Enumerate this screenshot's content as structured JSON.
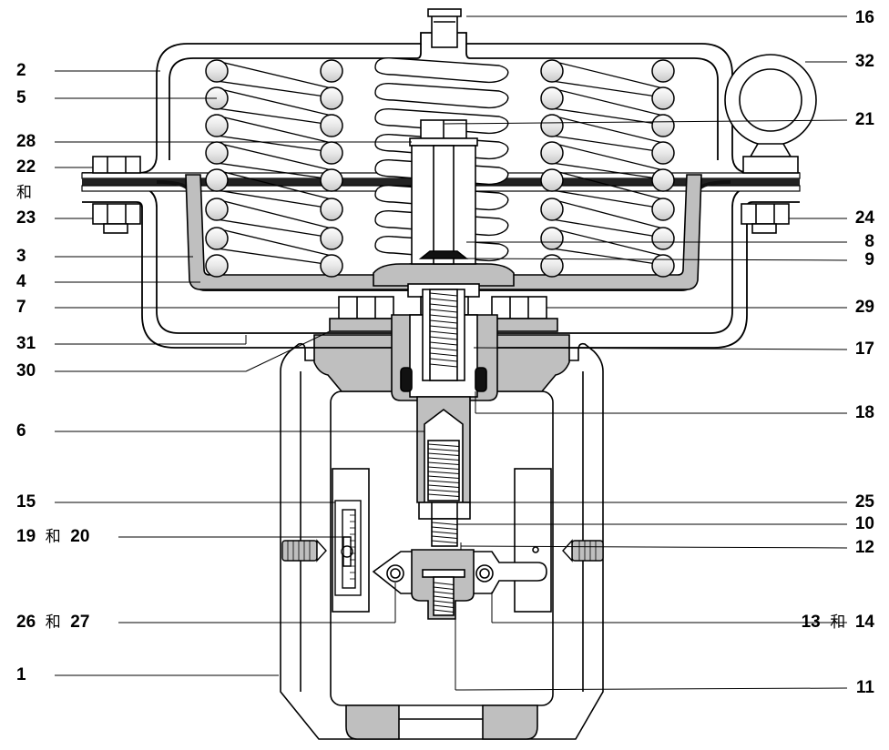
{
  "callouts": {
    "c1": "1",
    "c2": "2",
    "c3": "3",
    "c4": "4",
    "c5": "5",
    "c6": "6",
    "c7": "7",
    "c8": "8",
    "c9": "9",
    "c10": "10",
    "c11": "11",
    "c12": "12",
    "c13": "13",
    "c14": "14",
    "c15": "15",
    "c16": "16",
    "c17": "17",
    "c18": "18",
    "c19": "19",
    "c20": "20",
    "c21": "21",
    "c22": "22",
    "c23": "23",
    "c24": "24",
    "c25": "25",
    "c26": "26",
    "c27": "27",
    "c28": "28",
    "c29": "29",
    "c30": "30",
    "c31": "31",
    "c32": "32",
    "conj": "和"
  }
}
